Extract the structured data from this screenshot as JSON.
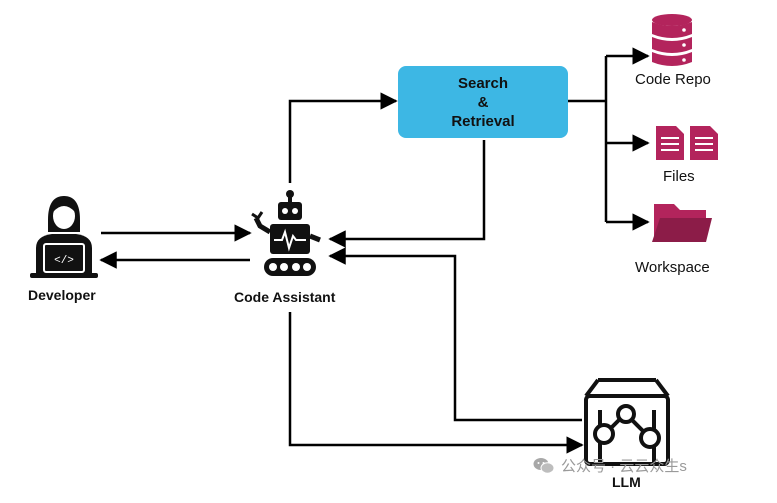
{
  "nodes": {
    "developer": {
      "label": "Developer"
    },
    "code_assistant": {
      "label": "Code Assistant"
    },
    "search": {
      "line1": "Search",
      "line2": "&",
      "line3": "Retrieval"
    },
    "code_repo": {
      "label": "Code Repo"
    },
    "files": {
      "label": "Files"
    },
    "workspace": {
      "label": "Workspace"
    },
    "llm": {
      "label": "LLM"
    }
  },
  "colors": {
    "search_box": "#3db7e4",
    "source_icons": "#b3245c",
    "lines": "#000000"
  },
  "watermark": {
    "text": "公众号 · 云云众生s",
    "icon": "wechat-icon"
  }
}
